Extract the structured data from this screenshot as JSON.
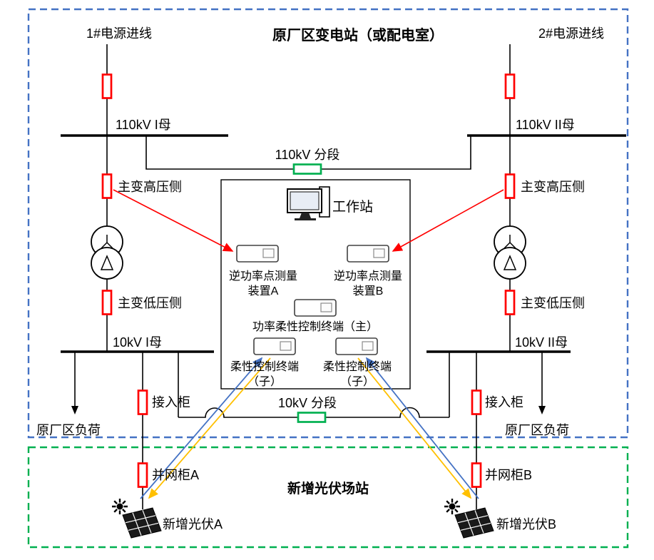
{
  "colors": {
    "substation_border": "#4472C4",
    "pv_border": "#00B050",
    "breaker_closed": "#FF0000",
    "breaker_section": "#00B050",
    "signal_red": "#FF0000",
    "signal_blue": "#4472C4",
    "signal_yellow": "#FFC000",
    "wire": "#000000"
  },
  "substation": {
    "title": "原厂区变电站（或配电室）",
    "incoming_line_1": "1#电源进线",
    "incoming_line_2": "2#电源进线",
    "bus_110kv_1": "110kV I母",
    "bus_110kv_2": "110kV II母",
    "tie_110kv": "110kV 分段",
    "hv_side_left": "主变高压侧",
    "hv_side_right": "主变高压侧",
    "lv_side_left": "主变低压侧",
    "lv_side_right": "主变低压侧",
    "bus_10kv_1": "10kV I母",
    "bus_10kv_2": "10kV II母",
    "tie_10kv": "10kV 分段",
    "access_cabinet_left": "接入柜",
    "access_cabinet_right": "接入柜",
    "load_left": "原厂区负荷",
    "load_right": "原厂区负荷"
  },
  "control_system": {
    "workstation": "工作站",
    "meter_a_line1": "逆功率点测量",
    "meter_a_line2": "装置A",
    "meter_b_line1": "逆功率点测量",
    "meter_b_line2": "装置B",
    "master_terminal": "功率柔性控制终端（主）",
    "slave_terminal_a_line1": "柔性控制终端",
    "slave_terminal_a_line2": "（子）",
    "slave_terminal_b_line1": "柔性控制终端",
    "slave_terminal_b_line2": "（子）"
  },
  "pv_station": {
    "title": "新增光伏场站",
    "grid_cabinet_a": "并网柜A",
    "grid_cabinet_b": "并网柜B",
    "pv_a": "新增光伏A",
    "pv_b": "新增光伏B"
  }
}
